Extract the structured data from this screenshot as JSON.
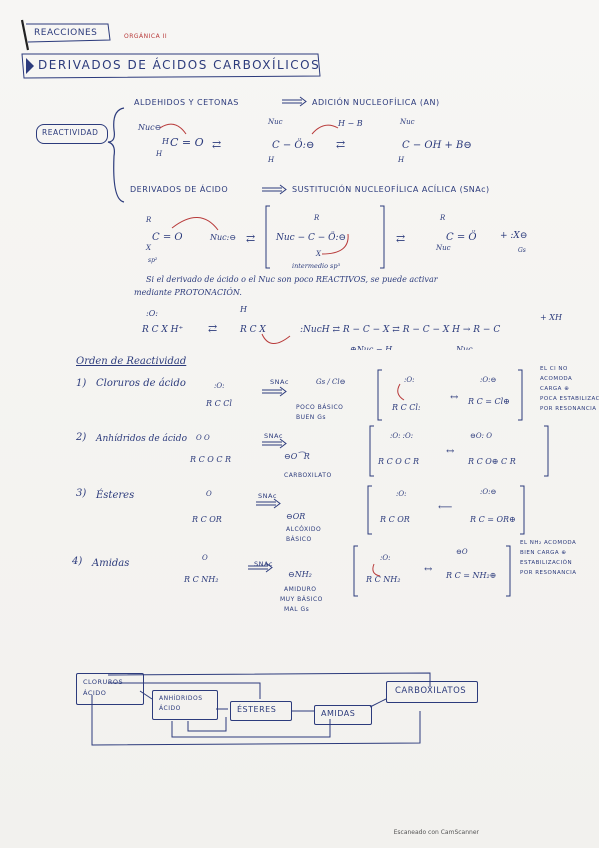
{
  "header": {
    "tab": "REACCIONES",
    "subject": "ORGÁNICA II",
    "title": "DERIVADOS DE ÁCIDOS CARBOXÍLICOS"
  },
  "reactividad": {
    "label": "REACTIVIDAD",
    "aldehidos": "ALDEHIDOS Y CETONAS",
    "adicion": "ADICIÓN NUCLEOFÍLICA (AN)",
    "derivados": "DERIVADOS DE ÁCIDO",
    "sustitucion": "SUSTITUCIÓN NUCLEOFÍLICA ACÍLICA (SNAc)",
    "intermedio": "intermedio sp³",
    "nota1": "Si el derivado de ácido o el Nuc son poco REACTIVOS, se puede activar",
    "nota2": "mediante PROTONACIÓN."
  },
  "orden": {
    "title": "Orden de Reactividad",
    "items": [
      {
        "num": "1)",
        "name": "Cloruros de ácido",
        "leaving": "Gs / Cl⊖",
        "desc1": "POCO BÁSICO",
        "desc2": "BUEN Gs"
      },
      {
        "num": "2)",
        "name": "Anhídridos de ácido",
        "leaving": "⊖O⁀R",
        "desc1": "CARBOXILATO",
        "desc2": ""
      },
      {
        "num": "3)",
        "name": "Ésteres",
        "leaving": "⊖OR",
        "desc1": "ALCÓXIDO",
        "desc2": "BÁSICO"
      },
      {
        "num": "4)",
        "name": "Amidas",
        "leaving": "⊖NH₂",
        "desc1": "AMIDURO",
        "desc2": "MUY BÁSICO",
        "desc3": "MAL Gs"
      }
    ],
    "note_cl": [
      "EL Cl NO",
      "ACOMODA",
      "CARGA ⊕",
      "POCA ESTABILIZACIÓN",
      "POR RESONANCIA"
    ],
    "note_nh2": [
      "EL NH₂ ACOMODA",
      "BIEN CARGA ⊕",
      "ESTABILIZACIÓN",
      "POR RESONANCIA"
    ]
  },
  "flow": {
    "cloruros": [
      "CLORUROS",
      "ÁCIDO"
    ],
    "anhidridos": [
      "ANHÍDRIDOS",
      "ÁCIDO"
    ],
    "esteres": "ÉSTERES",
    "amidas": "AMIDAS",
    "carboxilatos": "CARBOXILATOS"
  },
  "snac": "SNAc",
  "footer": "Escaneado con CamScanner"
}
